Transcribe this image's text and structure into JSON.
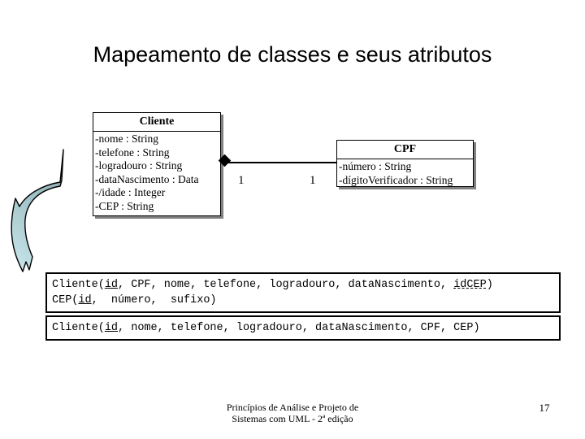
{
  "slide": {
    "title": "Mapeamento de classes e seus atributos",
    "page_number": "17",
    "footer_line1": "Princípios de Análise e Projeto de",
    "footer_line2": "Sistemas com UML - 2ª edição"
  },
  "colors": {
    "arrow_top": "#8FAAAE",
    "arrow_bottom": "#BFE0E5",
    "outline": "#000000",
    "box_shadow": "#808080"
  },
  "diagram": {
    "classes": [
      {
        "name": "Cliente",
        "attributes": [
          "-nome : String",
          "-telefone : String",
          "-logradouro : String",
          "-dataNascimento : Data",
          "-/idade : Integer",
          "-CEP : String"
        ]
      },
      {
        "name": "CPF",
        "attributes": [
          "-número : String",
          "-dígitoVerificador : String"
        ]
      }
    ],
    "association": {
      "multiplicity_left": "1",
      "multiplicity_right": "1",
      "end_marker": "filled-diamond"
    }
  },
  "schema": {
    "box1": {
      "line1": {
        "pre": "Cliente(",
        "pk": "id",
        "mid": ", CPF, nome, telefone, logradouro, dataNascimento, ",
        "fk": "idCEP",
        "post": ")"
      },
      "line2": {
        "pre": "CEP(",
        "pk": "id",
        "post": ",  número,  sufixo)"
      }
    },
    "box2": {
      "line1": {
        "pre": "Cliente(",
        "pk": "id",
        "post": ", nome, telefone, logradouro, dataNascimento, CPF, CEP)"
      }
    }
  }
}
